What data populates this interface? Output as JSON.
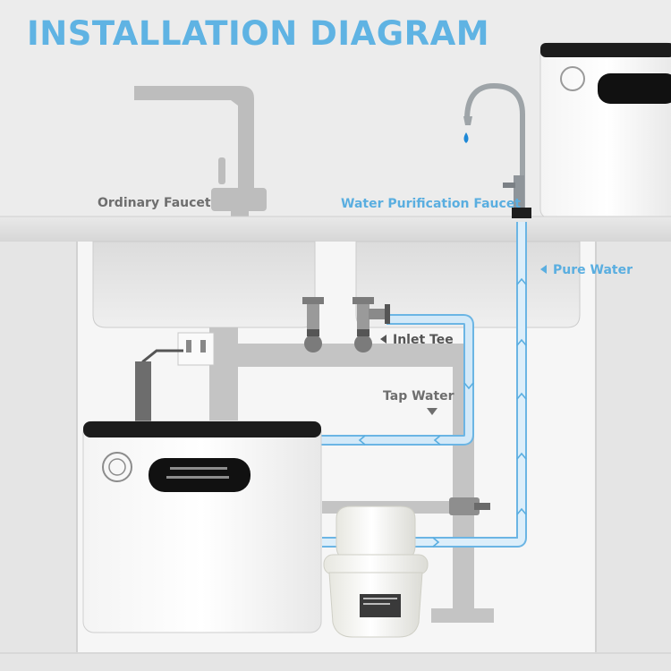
{
  "title": "INSTALLATION DIAGRAM",
  "labels": {
    "ordinary_faucet": "Ordinary Faucet",
    "water_purification_faucet": "Water Purification Faucet",
    "pure_water": "Pure Water",
    "inlet_tee": "Inlet Tee",
    "tap_water": "Tap Water"
  },
  "colors": {
    "title": "#5fb3e3",
    "pure_water_pipe": "#cfe7f8",
    "pipe_outline": "#6bb5e4",
    "gray_pipe": "#c2c2c2",
    "unit_top": "#1c1c1c"
  },
  "icons": [
    "faucet-icon",
    "water-drop-icon",
    "flow-arrow-icon",
    "power-outlet-icon",
    "logo-emblem-icon"
  ]
}
